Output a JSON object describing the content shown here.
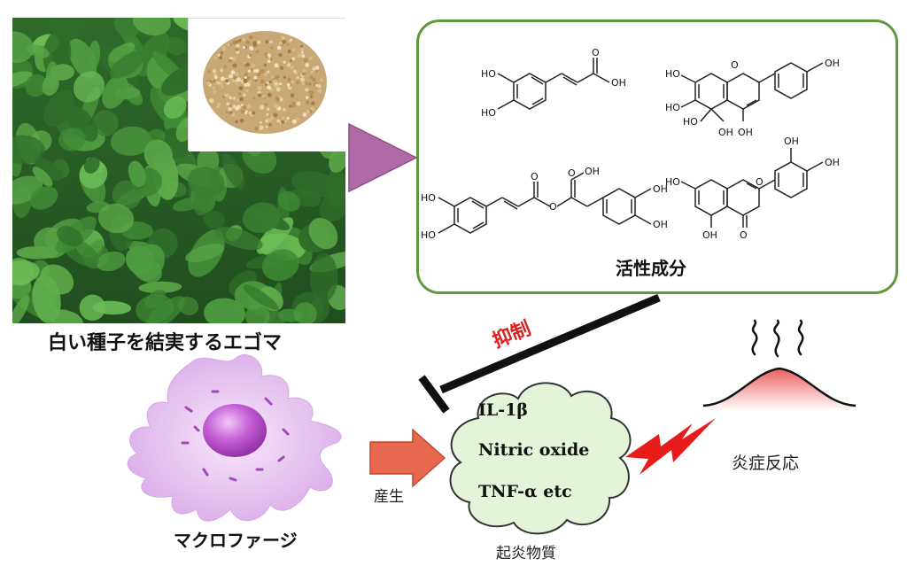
{
  "captions": {
    "plant": "白い種子を結実するエゴマ",
    "active": "活性成分",
    "inhibit": "抑制",
    "macrophage": "マクロファージ",
    "produce": "産生",
    "mediators": "起炎物質",
    "inflammation": "炎症反応"
  },
  "cloud_items": [
    "IL-1β",
    "Nitric oxide",
    "TNF-α etc"
  ],
  "molecule_labels": {
    "caffeic": {
      "oh1": "HO",
      "oh2": "HO",
      "oh3": "OH"
    },
    "flavone1": {
      "a": "HO",
      "b": "HO",
      "c": "HO",
      "d": "OH",
      "e": "OH",
      "f": "OH",
      "o": "O"
    },
    "rosmarinic": {
      "a": "HO",
      "b": "HO",
      "c": "OH",
      "d": "OH",
      "e": "OH",
      "o1": "O",
      "o2": "O"
    },
    "luteolin": {
      "a": "HO",
      "b": "OH",
      "c": "OH",
      "d": "OH",
      "o1": "O",
      "o2": "O"
    }
  },
  "colors": {
    "panel_border": "#5c9a3c",
    "cloud_fill": "#e3f4d9",
    "arrow_fill": "#e8694f",
    "triangle_fill": "#b06aa8",
    "macrophage_fill": "#e6c7f0",
    "nucleus_fill": "#c45cd6",
    "bolt_fill": "#e81b1b",
    "inhibit_text": "#e01e1e"
  }
}
